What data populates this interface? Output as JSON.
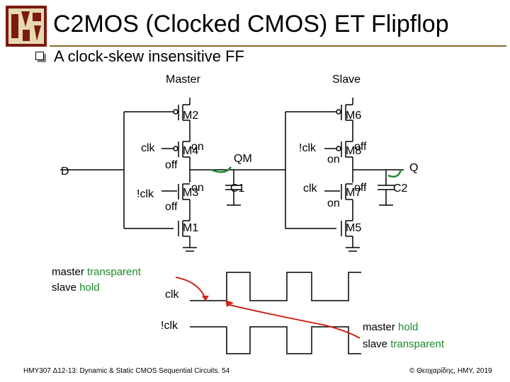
{
  "header": {
    "title": "C2MOS (Clocked CMOS) ET Flipflop",
    "subtitle": "A clock-skew insensitive FF"
  },
  "circuit": {
    "master_label": "Master",
    "slave_label": "Slave",
    "d_label": "D",
    "q_label": "Q",
    "qm_label": "QM",
    "c1_label": "C1",
    "c2_label": "C2",
    "m1": "M1",
    "m2": "M2",
    "m3": "M3",
    "m4": "M4",
    "m5": "M5",
    "m6": "M6",
    "m7": "M7",
    "m8": "M8",
    "clk": "clk",
    "nclk": "!clk",
    "on": "on",
    "off": "off"
  },
  "timing": {
    "clk_label": "clk",
    "nclk_label": "!clk",
    "left_note": {
      "line1_a": "master ",
      "line1_b": "transparent",
      "line2_a": "slave ",
      "line2_b": "hold"
    },
    "right_note": {
      "line1_a": "master ",
      "line1_b": "hold",
      "line2_a": "slave ",
      "line2_b": "transparent"
    }
  },
  "footer": {
    "left": "HMY307 Δ12-13: Dynamic & Static CMOS Sequential Circuits. 54",
    "right": "© Θεοχαρίδης, HMY, 2019"
  },
  "colors": {
    "accent": "#1b8a2a",
    "arrow": "#cc2a1a",
    "rule": "#8a6a2a"
  }
}
